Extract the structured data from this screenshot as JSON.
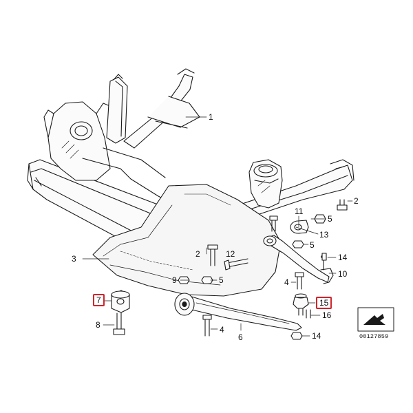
{
  "diagram": {
    "document_number": "00127859",
    "highlight_color": "#d0242b",
    "callouts": [
      {
        "id": "c1",
        "label": "1"
      },
      {
        "id": "c2a",
        "label": "2"
      },
      {
        "id": "c3",
        "label": "3"
      },
      {
        "id": "c11",
        "label": "11"
      },
      {
        "id": "c5a",
        "label": "5"
      },
      {
        "id": "c13",
        "label": "13"
      },
      {
        "id": "c12",
        "label": "12"
      },
      {
        "id": "c2b",
        "label": "2"
      },
      {
        "id": "c5b",
        "label": "5"
      },
      {
        "id": "c14a",
        "label": "14"
      },
      {
        "id": "c10",
        "label": "10"
      },
      {
        "id": "c9",
        "label": "9"
      },
      {
        "id": "c5c",
        "label": "5"
      },
      {
        "id": "c4a",
        "label": "4"
      },
      {
        "id": "c7",
        "label": "7"
      },
      {
        "id": "c15",
        "label": "15"
      },
      {
        "id": "c16",
        "label": "16"
      },
      {
        "id": "c8",
        "label": "8"
      },
      {
        "id": "c4b",
        "label": "4"
      },
      {
        "id": "c6",
        "label": "6"
      },
      {
        "id": "c14b",
        "label": "14"
      }
    ]
  }
}
